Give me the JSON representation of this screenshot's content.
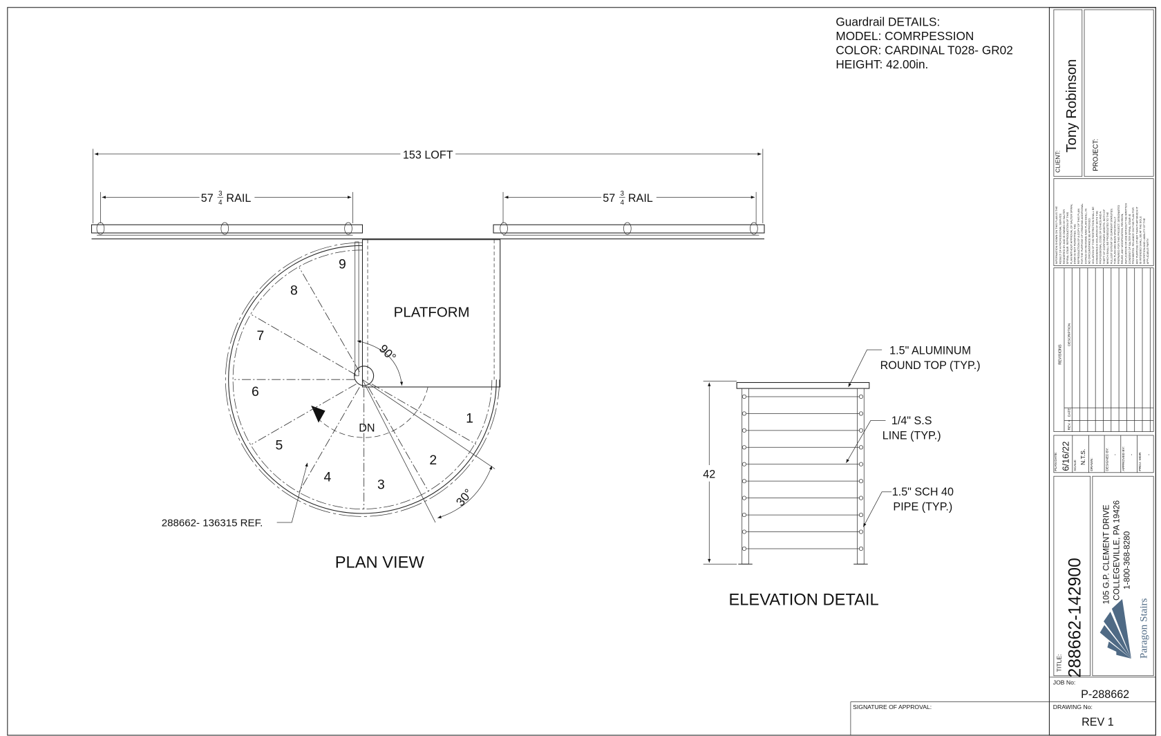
{
  "guardrail_details": {
    "title": "Guardrail DETAILS:",
    "model": "MODEL: COMRPESSION",
    "color": "COLOR: CARDINAL T028- GR02",
    "height": "HEIGHT: 42.00in."
  },
  "plan_view": {
    "title": "PLAN VIEW",
    "loft_dimension": "153 LOFT",
    "rail_left": {
      "whole": "57",
      "num": "3",
      "den": "4",
      "word": "RAIL"
    },
    "rail_right": {
      "whole": "57",
      "num": "3",
      "den": "4",
      "word": "RAIL"
    },
    "platform_label": "PLATFORM",
    "direction_label": "DN",
    "angle_platform": "90°",
    "angle_tread": "30°",
    "reference": "288662- 136315 REF.",
    "steps": [
      "1",
      "2",
      "3",
      "4",
      "5",
      "6",
      "7",
      "8",
      "9"
    ]
  },
  "elevation": {
    "title": "ELEVATION DETAIL",
    "height_dimension": "42",
    "callout_top_1": "1.5\" ALUMINUM",
    "callout_top_2": "ROUND TOP (TYP.)",
    "callout_line_1": "1/4\" S.S",
    "callout_line_2": "LINE (TYP.)",
    "callout_pipe_1": "1.5\" SCH 40",
    "callout_pipe_2": "PIPE (TYP.)"
  },
  "title_block": {
    "client_label": "CLIENT:",
    "client_name": "Tony Robinson",
    "project_label": "PROJECT:",
    "disclaimer": [
      "INFORMATION SHOWN ON THIS PLAN IS THE",
      "RESULT OF A PROFESSIONAL SERVICE",
      "RENDERED BY AND IS OWNED BY SALTER",
      "SPIRAL STAIR. REPRODUCTION OF THIS",
      "PLAN WITHOUT APPROVAL OF SALTER SPIRAL",
      "STAIR IS NOT PERMITTED. THE",
      "REPRODUCTION OF A COPY OF THIS PLAN",
      "FOR THE PURPOSE OF CREATING ADDITIONAL",
      "COPIES OR REVISING SAID PLAN SHALL IN",
      "NO CIRCUMSTANCE BE APPROVED.",
      "VIOLATION OF THIS RESTRICTION SHALL BE",
      "CONSIDERED A VIOLATION OF BOTH THE",
      "PROFESSIONAL CODE OF ETHICS AND A",
      "THEFT OF CORPORATE ASSETS. BOTH OF",
      "WHICH SHALL BE PROSECUTED TO THE",
      "FULLEST EXTENT OF CURRENT STATUTES.",
      "THIS PLAN HAS BEEN SPECIFICALLY",
      "PREPARED FOR THIS PROJECT. DESIGNATED",
      "REUSE, ANY MODIFICATION, REVISION,",
      "DUPLICATION OR USE WITHOUT THE WRITTEN",
      "CONSENT OF SALTER SPIRAL STAIR IS",
      "PROHIBITED. RELIANCE ON THIS PLAN FOR",
      "ANY PURPOSE OTHER THAN THAT WHICH IT",
      "IS INTENDED SHALL BE AT THE SOLE",
      "DISCRETION AND LIABILITY OF THE",
      "APPLICABLE PARTY."
    ],
    "revisions_label": "REVISIONS",
    "description_label": "DESCRIPTION",
    "rev_no_label": "REV. #",
    "date_label": "DATE",
    "plan_date_label": "PLAN DATE:",
    "plan_date": "6/16/22",
    "scale_label": "SCALE:",
    "scale": "N.T.S.",
    "drawn_label": "DRAWN:",
    "designed_label": "DESIGNED BY:",
    "designed": "-",
    "approved_label": "APPROVED BY:",
    "approved": "-",
    "pm_label": "PROJ. MGR:",
    "pm": "-",
    "title_label": "TITLE:",
    "title": "288662-142900",
    "address_1": "105 G.P. CLEMENT DRIVE",
    "address_2": "COLLEGEVILLE, PA 19426",
    "phone": "1-800-368-8280",
    "logo_text": "Paragon Stairs",
    "job_label": "JOB No:",
    "job_no": "P-288662",
    "drawing_label": "DRAWING No:",
    "drawing_no": "REV 1",
    "signature_label": "SIGNATURE OF APPROVAL:"
  },
  "colors": {
    "line": "#222222",
    "logo": "#4f6a85"
  }
}
